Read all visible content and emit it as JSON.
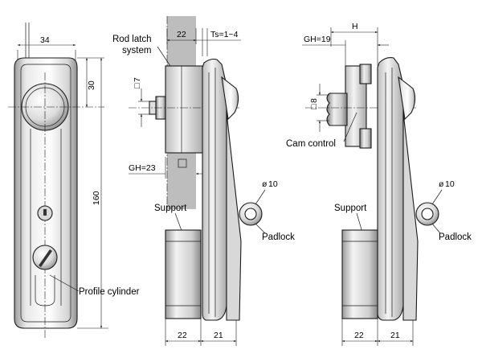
{
  "front_view": {
    "dim_width": "34",
    "dim_knob": "30",
    "dim_height": "160",
    "label_profile_cylinder": "Profile cylinder"
  },
  "side_view_rod": {
    "label_rod_latch_1": "Rod latch",
    "label_rod_latch_2": "system",
    "dim_top_22": "22",
    "dim_ts": "Ts=1~4",
    "dim_square": "7",
    "dim_gh": "GH=23",
    "dim_diameter": "10",
    "label_support": "Support",
    "label_padlock": "Padlock",
    "dim_bottom_left": "22",
    "dim_bottom_right": "21"
  },
  "side_view_cam": {
    "dim_h": "H",
    "dim_gh": "GH=19",
    "dim_square": "8",
    "label_cam_control": "Cam control",
    "dim_diameter": "10",
    "label_support": "Support",
    "label_padlock": "Padlock",
    "dim_bottom_left": "22",
    "dim_bottom_right": "21"
  },
  "colors": {
    "panel_gray": "#bdbdbd",
    "metal_light": "#f2f2f2",
    "metal_mid": "#d4d4d4",
    "metal_dark": "#8c8c8c",
    "ink": "#1a1a1a"
  }
}
